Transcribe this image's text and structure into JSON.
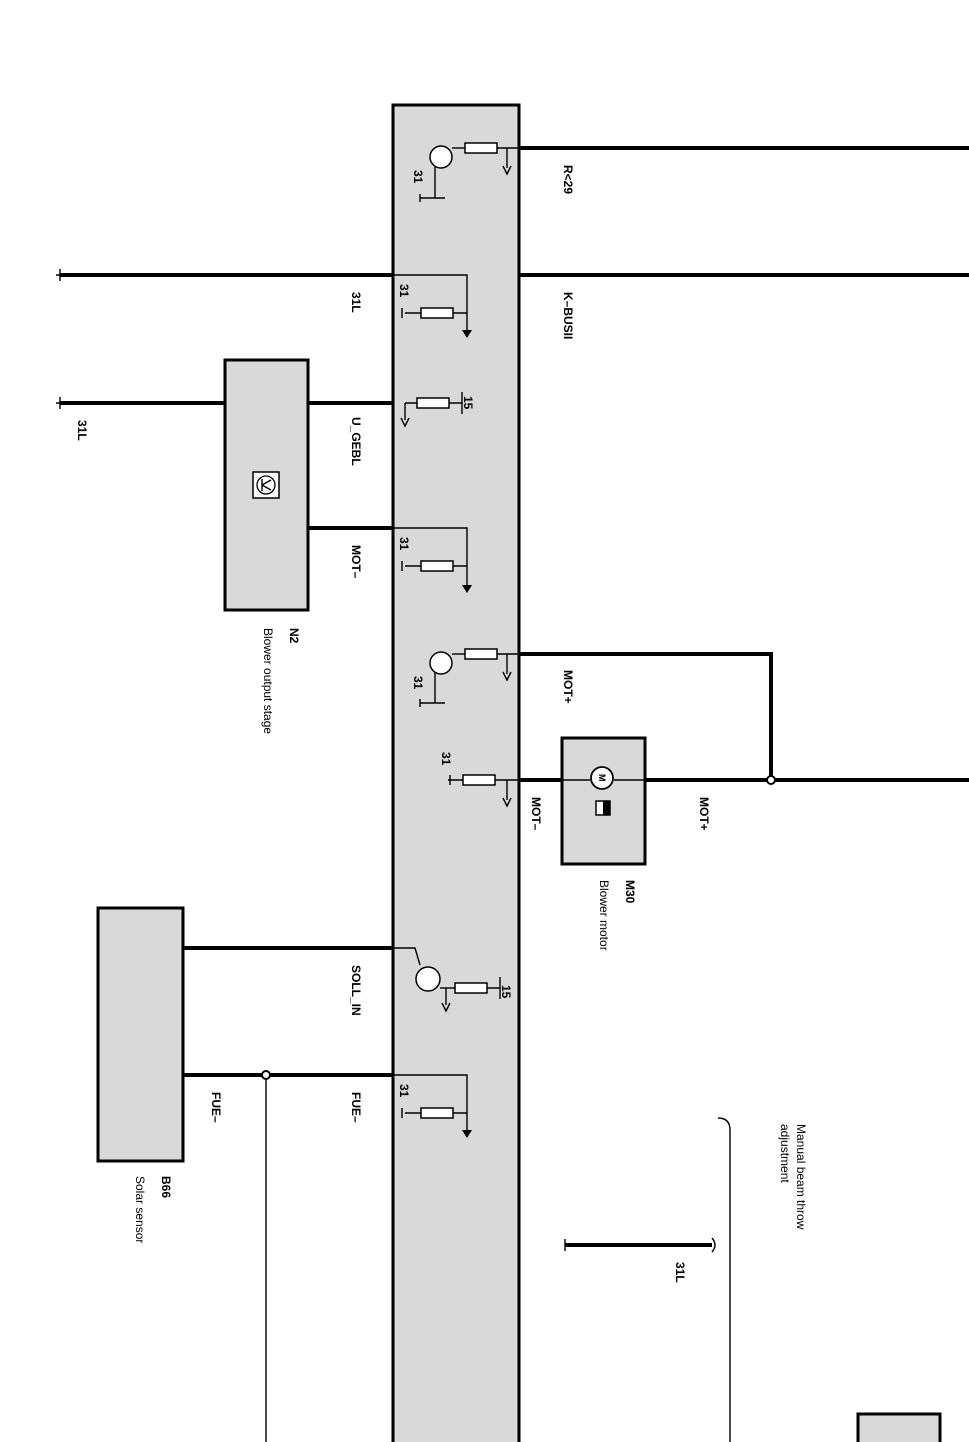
{
  "wire_labels": {
    "r29": "R<29",
    "kbus": "K–BUSII",
    "l31_top": "31L",
    "l31_left": "31L",
    "u_gebl": "U_GEBL",
    "mot_minus_n2": "MOT–",
    "mot_plus_right": "MOT+",
    "mot_minus_m30": "MOT–",
    "mot_plus_m30": "MOT+",
    "soll_in": "SOLL_IN",
    "fue_left": "FUE–",
    "fue_right": "FUE–",
    "l31_bottom": "31L"
  },
  "pins": {
    "p31": "31",
    "p15": "15"
  },
  "components": {
    "n2": {
      "id": "N2",
      "name": "Blower output stage"
    },
    "m30": {
      "id": "M30",
      "name": "Blower motor"
    },
    "b66": {
      "id": "B66",
      "name": "Solar sensor"
    },
    "motor_symbol": "M"
  },
  "annotation": {
    "line1": "Manual beam throw",
    "line2": "adjustment"
  }
}
